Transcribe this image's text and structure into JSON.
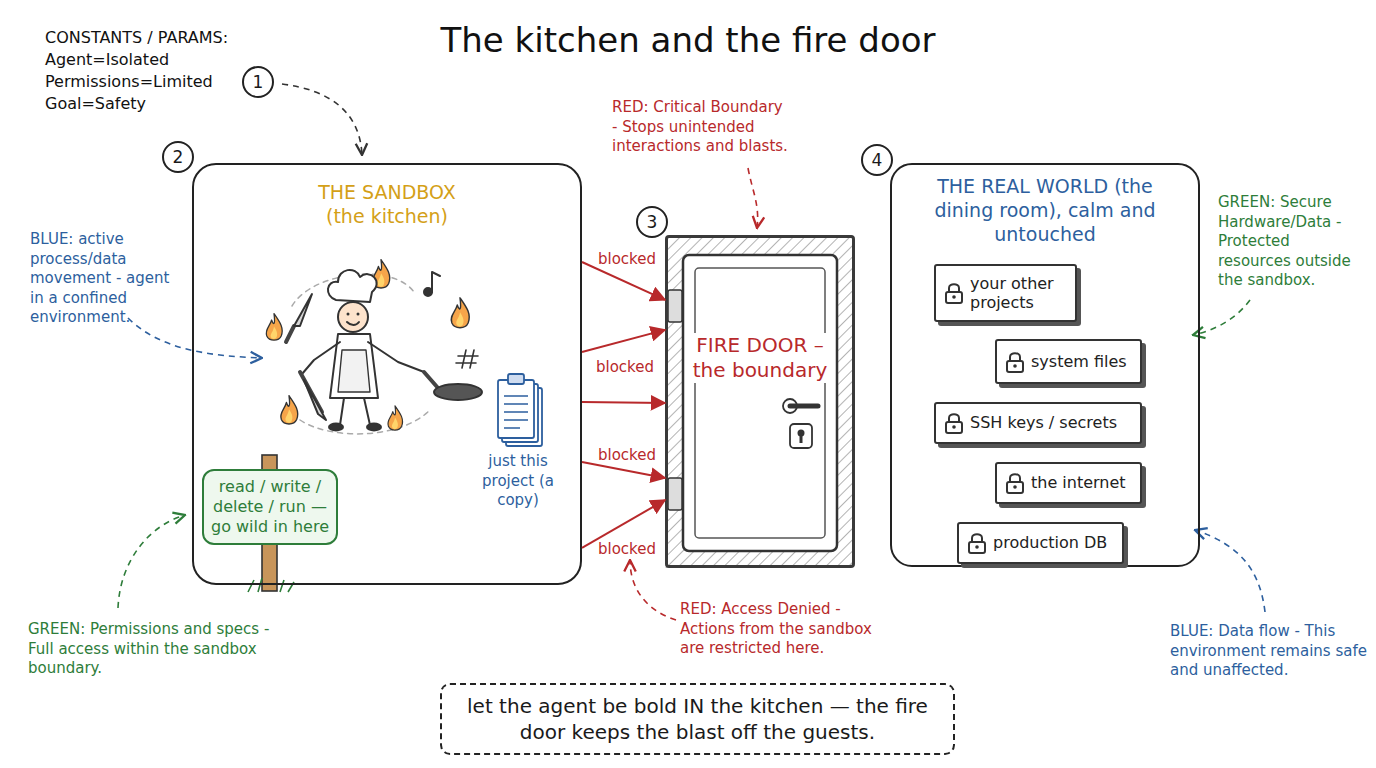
{
  "diagram": {
    "title": "The kitchen and the fire door",
    "caption": "let the agent be bold IN the kitchen — the fire door keeps the blast off the guests.",
    "nodes": [
      {
        "text": [
          "THE SANDBOX (the kitchen)"
        ]
      },
      {
        "text": [
          "read / write / delete / run — go wild in here"
        ],
        "in": 0
      },
      {
        "text": [
          "FIRE DOOR – the boundary"
        ]
      },
      {
        "text": [
          "THE REAL WORLD (the dining room), calm and untouched"
        ]
      },
      {
        "text": [
          "your other projects"
        ],
        "in": 3
      },
      {
        "text": [
          "system files"
        ],
        "in": 3
      },
      {
        "text": [
          "SSH keys / secrets"
        ],
        "in": 3
      },
      {
        "text": [
          "the internet"
        ],
        "in": 3
      },
      {
        "text": [
          "production DB"
        ],
        "in": 3
      }
    ],
    "edges": [
      {
        "from": 0,
        "to": 2,
        "arrow": "to",
        "label": "blocked"
      },
      {
        "from": 0,
        "to": 2,
        "arrow": "to",
        "label": "blocked"
      },
      {
        "from": 0,
        "to": 2,
        "arrow": "to"
      },
      {
        "from": 0,
        "to": 2,
        "arrow": "to",
        "label": "blocked"
      },
      {
        "from": 0,
        "to": 2,
        "arrow": "to",
        "label": "blocked"
      }
    ],
    "labels": [
      "CONSTANTS / PARAMS:",
      "Agent=Isolated",
      "Permissions=Limited",
      "Goal=Safety",
      "1",
      "2",
      "RED: Critical Boundary - Stops unintended interactions and blasts.",
      "BLUE: active process/data movement - agent in a confined environment.",
      "just this project (a copy)",
      "3",
      "4",
      "GREEN: Secure Hardware/Data - Protected resources outside the sandbox.",
      "GREEN: Permissions and specs - Full access within the sandbox boundary.",
      "RED: Access Denied - Actions from the sandbox are restricted here.",
      "BLUE: Data flow - This environment remains safe and unaffected."
    ]
  }
}
